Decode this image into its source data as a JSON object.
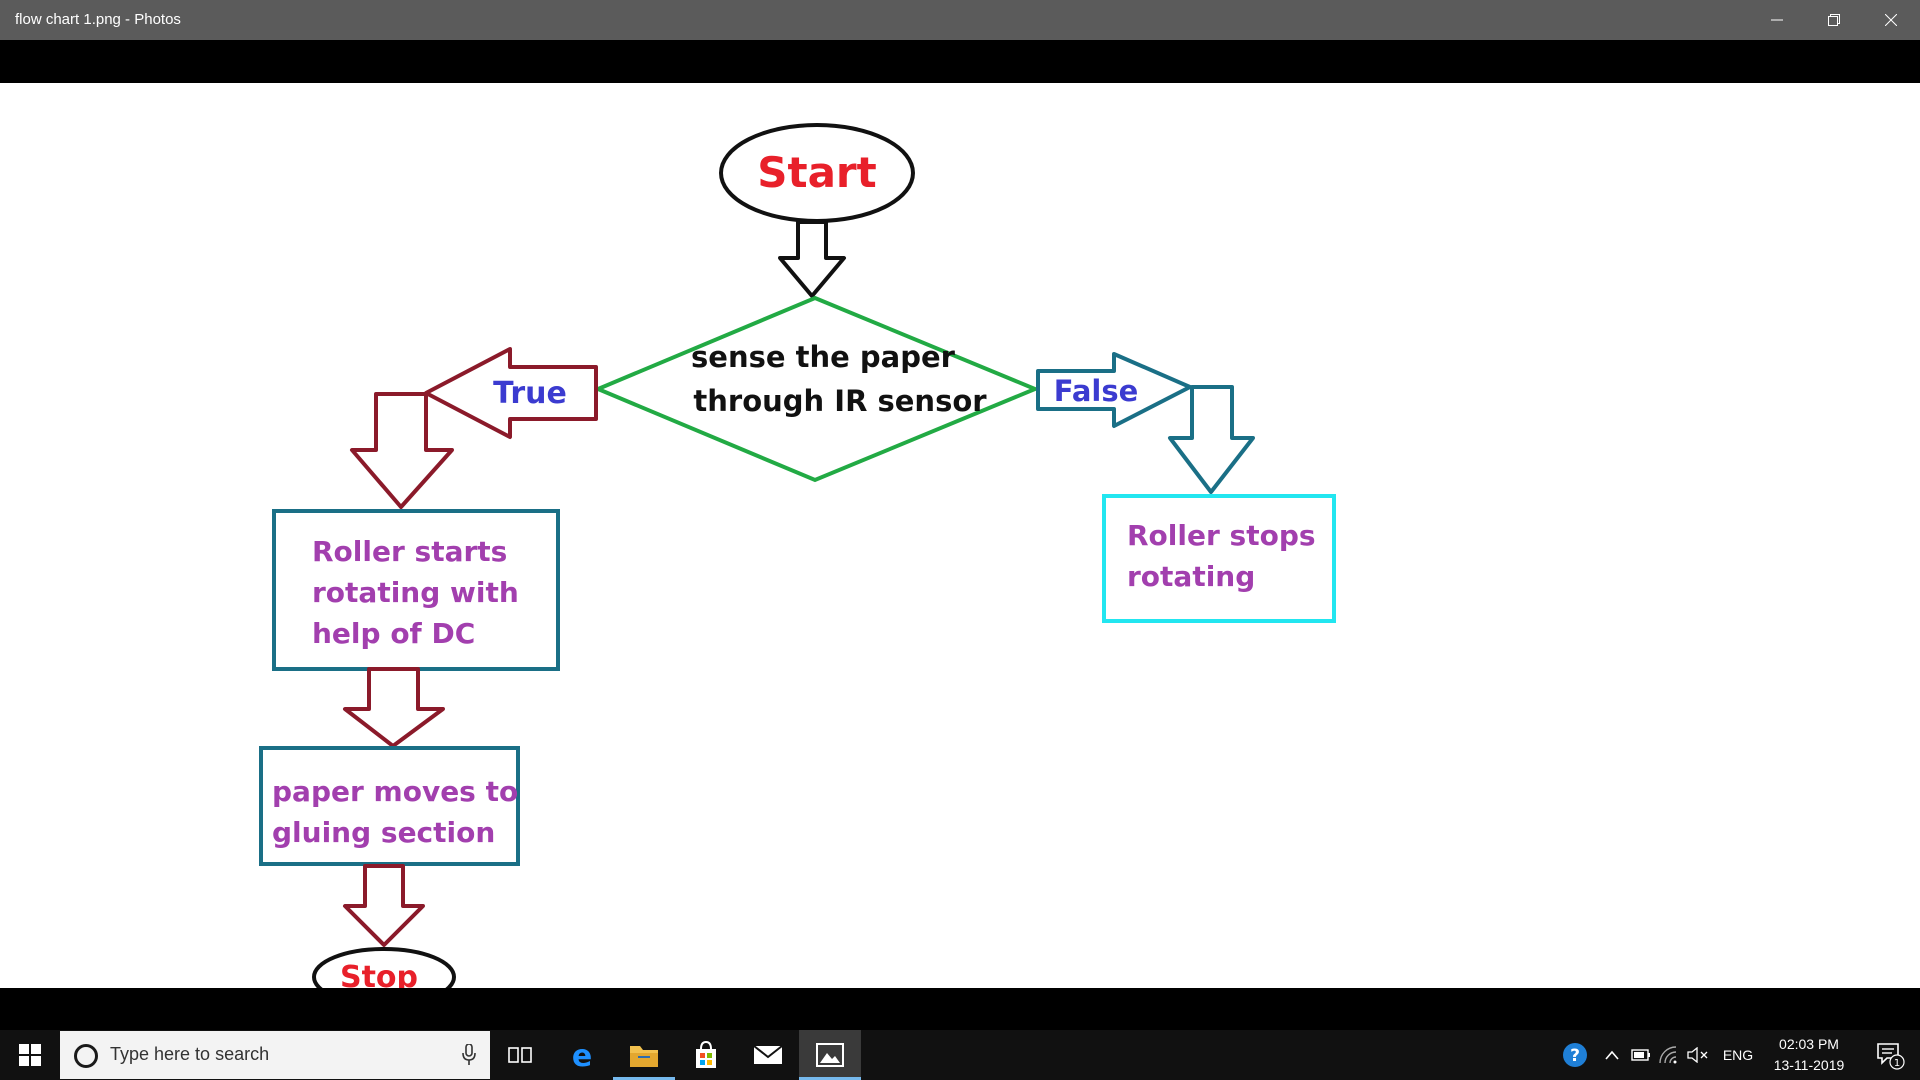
{
  "window": {
    "title": "flow chart 1.png - Photos",
    "controls": [
      "minimize",
      "restore",
      "close"
    ]
  },
  "flowchart": {
    "start": "Start",
    "decision_line1": "sense the paper",
    "decision_line2": "through IR sensor",
    "true_label": "True",
    "false_label": "False",
    "process_left_line1": "Roller starts",
    "process_left_line2": "rotating with",
    "process_left_line3": "help of DC",
    "process_right_line1": "Roller stops",
    "process_right_line2": "rotating",
    "process_bottom_line1": "paper moves to",
    "process_bottom_line2": "gluing section",
    "stop": "Stop"
  },
  "colors": {
    "titlebar": "#5b5b5b",
    "taskbar": "#111111",
    "terminal_text": "#e8202a",
    "decision_border": "#22aa44",
    "true_arrow": "#8b1a2a",
    "false_arrow": "#1a6f86",
    "box_teal": "#1a6f86",
    "box_cyan": "#22e6f0",
    "process_text": "#a23fae",
    "branch_label_text": "#3b3bd0"
  },
  "taskbar": {
    "search_placeholder": "Type here to search",
    "apps": [
      "task-view",
      "edge",
      "file-explorer",
      "store",
      "mail",
      "photos"
    ],
    "active_app": "photos",
    "tray": {
      "language": "ENG",
      "time": "02:03 PM",
      "date": "13-11-2019",
      "notification_count": "1"
    }
  }
}
